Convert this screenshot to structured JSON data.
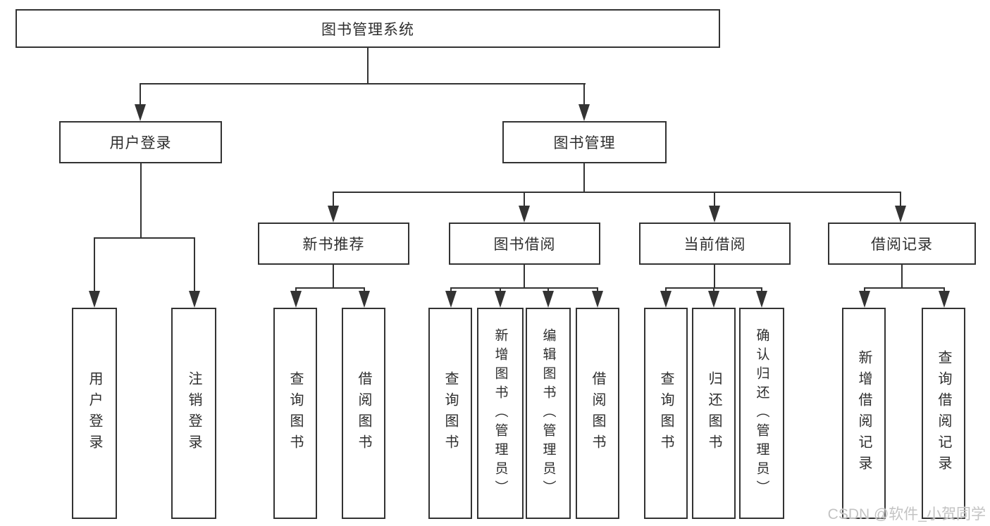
{
  "tree": {
    "label": "图书管理系统",
    "children": [
      {
        "label": "用户登录",
        "children": [
          {
            "label": "用户登录"
          },
          {
            "label": "注销登录"
          }
        ]
      },
      {
        "label": "图书管理",
        "children": [
          {
            "label": "新书推荐",
            "children": [
              {
                "label": "查询图书"
              },
              {
                "label": "借阅图书"
              }
            ]
          },
          {
            "label": "图书借阅",
            "children": [
              {
                "label": "查询图书"
              },
              {
                "label": "新增图书（管理员）"
              },
              {
                "label": "编辑图书（管理员）"
              },
              {
                "label": "借阅图书"
              }
            ]
          },
          {
            "label": "当前借阅",
            "children": [
              {
                "label": "查询图书"
              },
              {
                "label": "归还图书"
              },
              {
                "label": "确认归还（管理员）"
              }
            ]
          },
          {
            "label": "借阅记录",
            "children": [
              {
                "label": "新增借阅记录"
              },
              {
                "label": "查询借阅记录"
              }
            ]
          }
        ]
      }
    ]
  },
  "watermark": {
    "text": "CSDN @软件_小贺同学"
  },
  "colors": {
    "line": "#333333",
    "text": "#2e2e2e",
    "watermark": "#c3c3c3",
    "background": "#ffffff"
  }
}
